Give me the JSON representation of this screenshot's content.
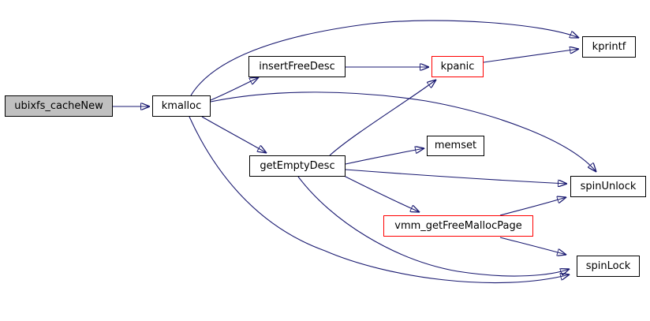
{
  "graph": {
    "type": "call-graph",
    "colors": {
      "background": "#ffffff",
      "edge": "#191970",
      "node_border": "#000000",
      "highlight_border": "#ff0000",
      "root_fill": "#c0c0c0",
      "node_fill": "#ffffff",
      "text": "#000000"
    },
    "nodes": [
      {
        "id": "ubixfs_cacheNew",
        "label": "ubixfs_cacheNew",
        "style": "root"
      },
      {
        "id": "kmalloc",
        "label": "kmalloc",
        "style": "normal"
      },
      {
        "id": "insertFreeDesc",
        "label": "insertFreeDesc",
        "style": "normal"
      },
      {
        "id": "kpanic",
        "label": "kpanic",
        "style": "highlight"
      },
      {
        "id": "kprintf",
        "label": "kprintf",
        "style": "normal"
      },
      {
        "id": "getEmptyDesc",
        "label": "getEmptyDesc",
        "style": "normal"
      },
      {
        "id": "memset",
        "label": "memset",
        "style": "normal"
      },
      {
        "id": "spinUnlock",
        "label": "spinUnlock",
        "style": "normal"
      },
      {
        "id": "vmm_getFreeMallocPage",
        "label": "vmm_getFreeMallocPage",
        "style": "highlight"
      },
      {
        "id": "spinLock",
        "label": "spinLock",
        "style": "normal"
      }
    ],
    "edges": [
      {
        "from": "ubixfs_cacheNew",
        "to": "kmalloc"
      },
      {
        "from": "kmalloc",
        "to": "kprintf"
      },
      {
        "from": "kmalloc",
        "to": "insertFreeDesc"
      },
      {
        "from": "kmalloc",
        "to": "getEmptyDesc"
      },
      {
        "from": "kmalloc",
        "to": "spinUnlock"
      },
      {
        "from": "kmalloc",
        "to": "spinLock"
      },
      {
        "from": "insertFreeDesc",
        "to": "kpanic"
      },
      {
        "from": "kpanic",
        "to": "kprintf"
      },
      {
        "from": "getEmptyDesc",
        "to": "kpanic"
      },
      {
        "from": "getEmptyDesc",
        "to": "memset"
      },
      {
        "from": "getEmptyDesc",
        "to": "vmm_getFreeMallocPage"
      },
      {
        "from": "getEmptyDesc",
        "to": "spinUnlock"
      },
      {
        "from": "getEmptyDesc",
        "to": "spinLock"
      },
      {
        "from": "vmm_getFreeMallocPage",
        "to": "spinUnlock"
      },
      {
        "from": "vmm_getFreeMallocPage",
        "to": "spinLock"
      }
    ]
  }
}
